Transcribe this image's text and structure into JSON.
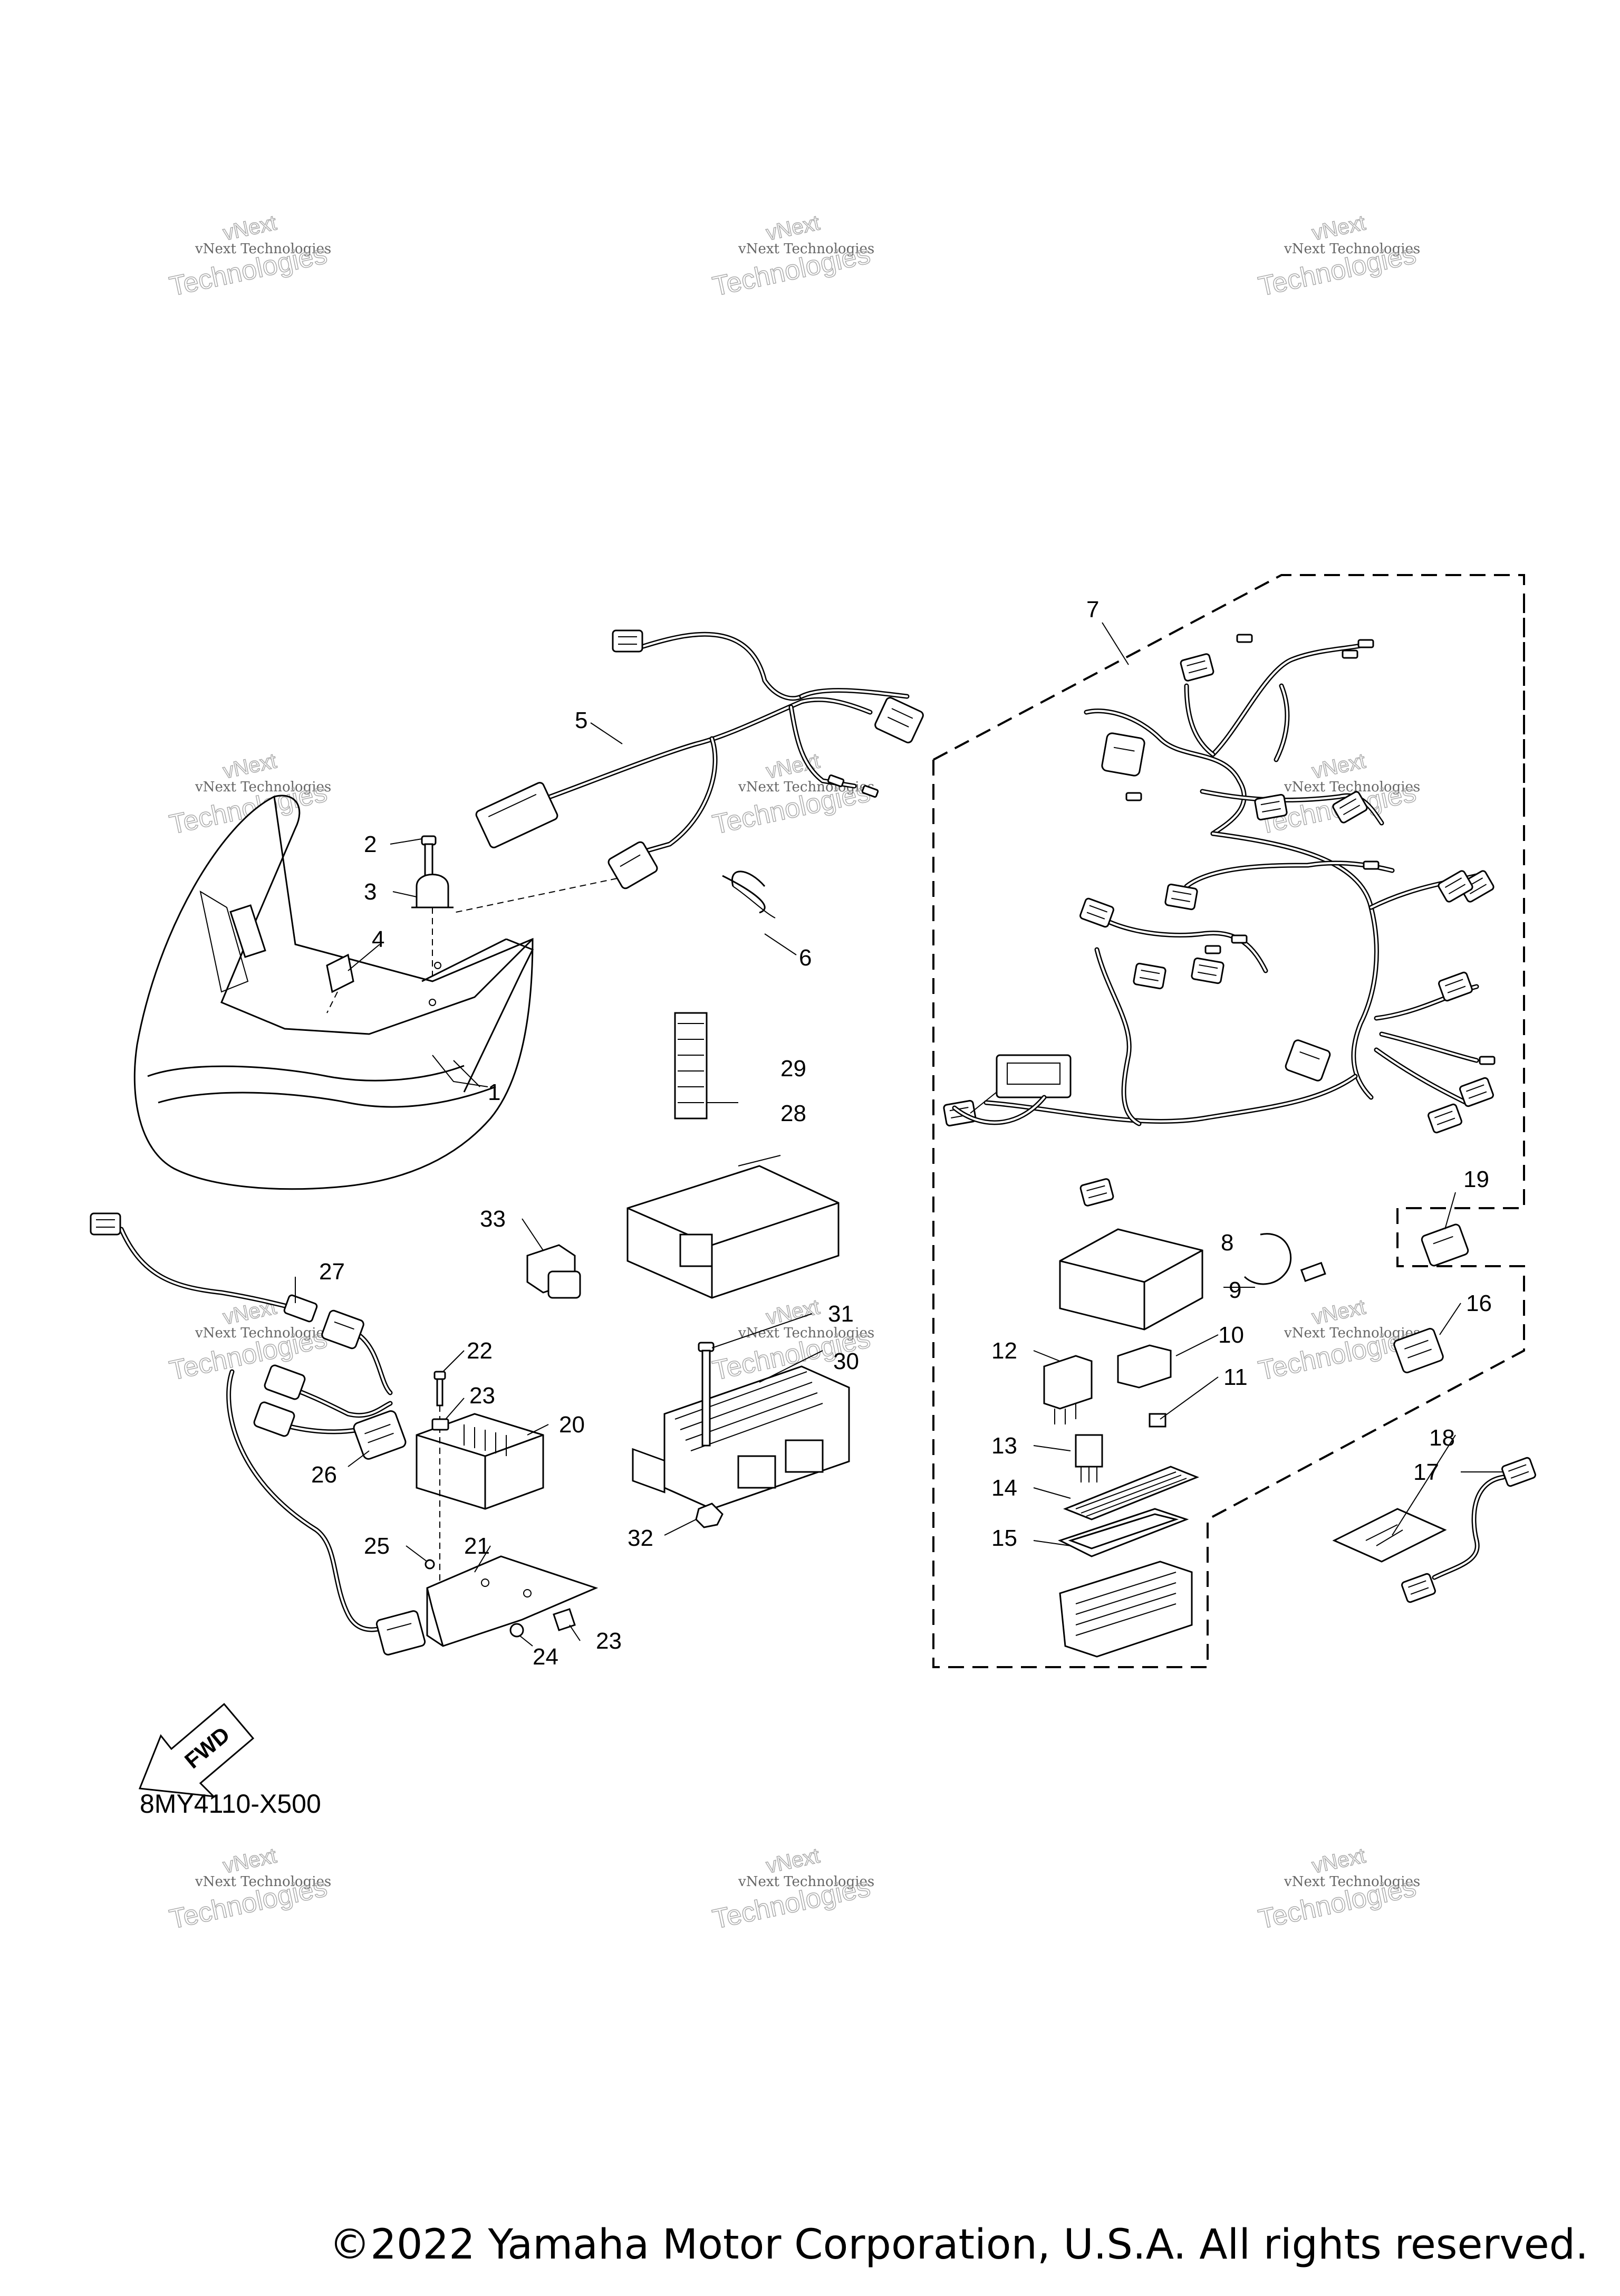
{
  "diagram": {
    "code": "8MY4110-X500",
    "copyright": "©2022 Yamaha Motor Corporation, U.S.A. All rights reserved.",
    "fwd_label": "FWD"
  },
  "watermark": {
    "line1": "vNext Technologies",
    "line2": "vNext",
    "line3": "Technologies"
  },
  "callouts": [
    "1",
    "2",
    "3",
    "4",
    "5",
    "6",
    "7",
    "8",
    "9",
    "10",
    "11",
    "12",
    "13",
    "14",
    "15",
    "16",
    "17",
    "18",
    "19",
    "20",
    "21",
    "22",
    "23",
    "24",
    "25",
    "26",
    "27",
    "28",
    "29",
    "30",
    "31",
    "32",
    "33"
  ]
}
